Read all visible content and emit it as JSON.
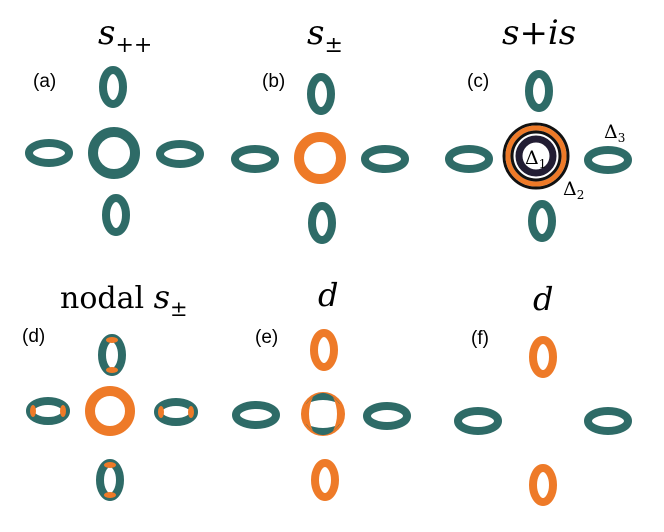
{
  "colors": {
    "teal": "#2e6b67",
    "orange": "#ee7a28",
    "dark_navy": "#221d33",
    "black": "#111111",
    "background": "#ffffff"
  },
  "panels": [
    {
      "id": "a",
      "label": "(a)",
      "title": {
        "text": "s",
        "sub": "++"
      },
      "gap_signs": {
        "center": "teal",
        "pockets": "teal",
        "nodes": "none"
      }
    },
    {
      "id": "b",
      "label": "(b)",
      "title": {
        "text": "s",
        "sub": "±"
      },
      "gap_signs": {
        "center": "orange",
        "pockets": "teal",
        "nodes": "none"
      }
    },
    {
      "id": "c",
      "label": "(c)",
      "title": {
        "text": "s+is"
      },
      "gap_signs": {
        "center": "three-gap rings",
        "pockets": "teal",
        "nodes": "none"
      },
      "gap_labels": [
        {
          "base": "Δ",
          "sub": "1"
        },
        {
          "base": "Δ",
          "sub": "2"
        },
        {
          "base": "Δ",
          "sub": "3"
        }
      ]
    },
    {
      "id": "d",
      "label": "(d)",
      "title": {
        "prefix": "nodal ",
        "text": "s",
        "sub": "±"
      },
      "gap_signs": {
        "center": "orange",
        "pockets": "teal with orange nodal lobes",
        "nodes": "on electron pockets"
      }
    },
    {
      "id": "e",
      "label": "(e)",
      "title": {
        "text": "d"
      },
      "gap_signs": {
        "center": "alternating orange/teal",
        "pockets": "vertical orange, horizontal teal",
        "nodes": "on hole pocket"
      }
    },
    {
      "id": "f",
      "label": "(f)",
      "title": {
        "text": "d"
      },
      "gap_signs": {
        "center": "none",
        "pockets": "vertical orange, horizontal teal",
        "nodes": "none"
      }
    }
  ]
}
